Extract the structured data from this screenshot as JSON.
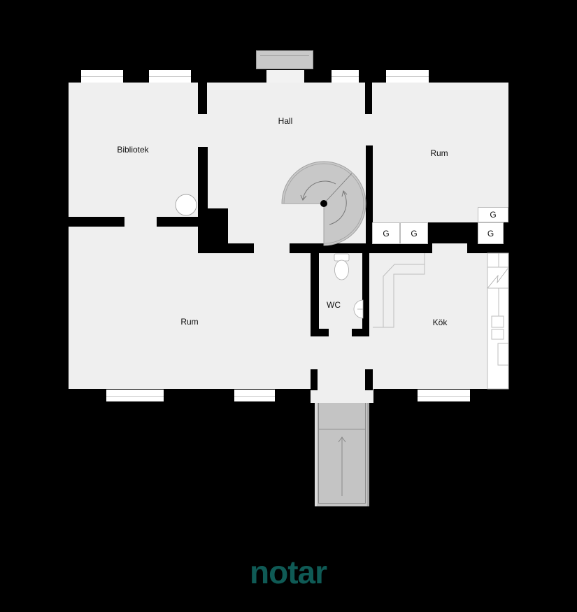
{
  "plan": {
    "rooms": [
      {
        "id": "bibliotek",
        "label": "Bibliotek"
      },
      {
        "id": "hall",
        "label": "Hall"
      },
      {
        "id": "rum-ne",
        "label": "Rum"
      },
      {
        "id": "rum-sw",
        "label": "Rum"
      },
      {
        "id": "wc",
        "label": "WC"
      },
      {
        "id": "kok",
        "label": "Kök"
      }
    ],
    "fixtures": {
      "g1": "G",
      "g2": "G",
      "g3": "G",
      "g4": "G"
    },
    "symbols": [
      "spiral-staircase",
      "toilet",
      "sink",
      "entry-steps-arrow",
      "chimney",
      "stove-column",
      "kitchen-counter"
    ]
  },
  "colors": {
    "background": "#000000",
    "floor": "#efefef",
    "wall": "#000000",
    "window": "#ffffff",
    "stairs": "#c8c8c8",
    "brand": "#0f5a55"
  },
  "brand": {
    "logo_text": "notar"
  }
}
